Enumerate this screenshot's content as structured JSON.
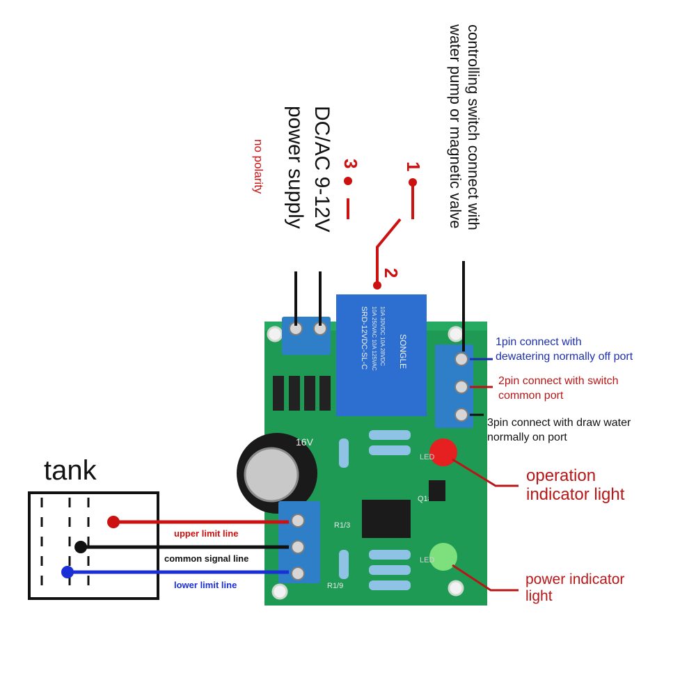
{
  "labels": {
    "tank": "tank",
    "upper_limit": "upper limit line",
    "common_signal": "common signal line",
    "lower_limit": "lower limit line",
    "pin1_line1": "1pin connect with",
    "pin1_line2": "dewatering normally off port",
    "pin2_line1": "2pin connect with switch",
    "pin2_line2": "common port",
    "pin3_line1": "3pin connect with draw water",
    "pin3_line2": "normally on port",
    "operation_line1": "operation",
    "operation_line2": "indicator light",
    "power_line1": "power indicator",
    "power_line2": "light",
    "supply_line1": "DC/AC 9-12V",
    "supply_line2": "power supply",
    "no_polarity": "no polarity",
    "controlling_line1": "controlling switch connect with",
    "controlling_line2": "water pump or magnetic valve",
    "num1": "1",
    "num2": "2",
    "num3": "3"
  },
  "board": {
    "relay_text_1": "SONGLE",
    "relay_text_2": "SRD-12VDC-SL-C",
    "relay_text_3": "10A 250VAC 10A 125VAC",
    "relay_text_4": "10A 30VDC 10A 28VDC",
    "cap_text": "16V",
    "led_label": "LED",
    "led2_label": "LED",
    "r_label_1": "R1/9",
    "r_label_2": "R1/3",
    "ic_label": "Q1#3"
  },
  "colors": {
    "upper_wire": "#cc1111",
    "common_wire": "#111111",
    "lower_wire": "#1a2fd6",
    "board": "#1f9a55",
    "terminal": "#2f7fc8",
    "relay": "#2d6fd1",
    "red_text": "#b81616",
    "blue_text": "#1d2fae"
  }
}
